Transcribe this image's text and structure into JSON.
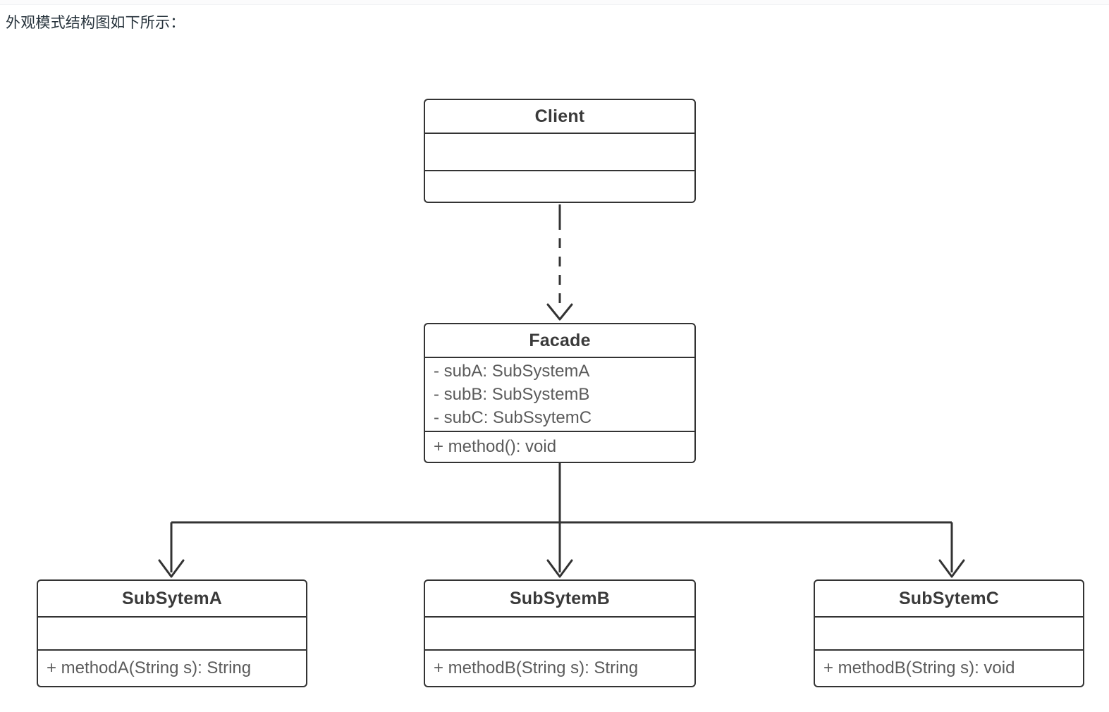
{
  "page": {
    "caption": "外观模式结构图如下所示：",
    "caption_color": "#26323b",
    "background": "#ffffff"
  },
  "diagram": {
    "type": "uml-class-diagram",
    "pattern": "Facade Pattern",
    "stroke_color": "#333333",
    "text_color": "#5b5b5b",
    "title_color": "#3a3a3a",
    "classes": [
      {
        "id": "client",
        "name": "Client",
        "attributes": [],
        "operations": []
      },
      {
        "id": "facade",
        "name": "Facade",
        "attributes": [
          "- subA: SubSystemA",
          "- subB: SubSystemB",
          "- subC: SubSsytemC"
        ],
        "operations": [
          "+ method(): void"
        ]
      },
      {
        "id": "subsystem-a",
        "name": "SubSytemA",
        "attributes": [],
        "operations": [
          "+ methodA(String s): String"
        ]
      },
      {
        "id": "subsystem-b",
        "name": "SubSytemB",
        "attributes": [],
        "operations": [
          "+ methodB(String s): String"
        ]
      },
      {
        "id": "subsystem-c",
        "name": "SubSytemC",
        "attributes": [],
        "operations": [
          "+ methodB(String s): void"
        ]
      }
    ],
    "relationships": [
      {
        "from": "client",
        "to": "facade",
        "style": "dashed",
        "arrow": "open",
        "kind": "dependency"
      },
      {
        "from": "facade",
        "to": "subsystem-a",
        "style": "solid",
        "arrow": "open",
        "kind": "association"
      },
      {
        "from": "facade",
        "to": "subsystem-b",
        "style": "solid",
        "arrow": "open",
        "kind": "association"
      },
      {
        "from": "facade",
        "to": "subsystem-c",
        "style": "solid",
        "arrow": "open",
        "kind": "association"
      }
    ]
  }
}
